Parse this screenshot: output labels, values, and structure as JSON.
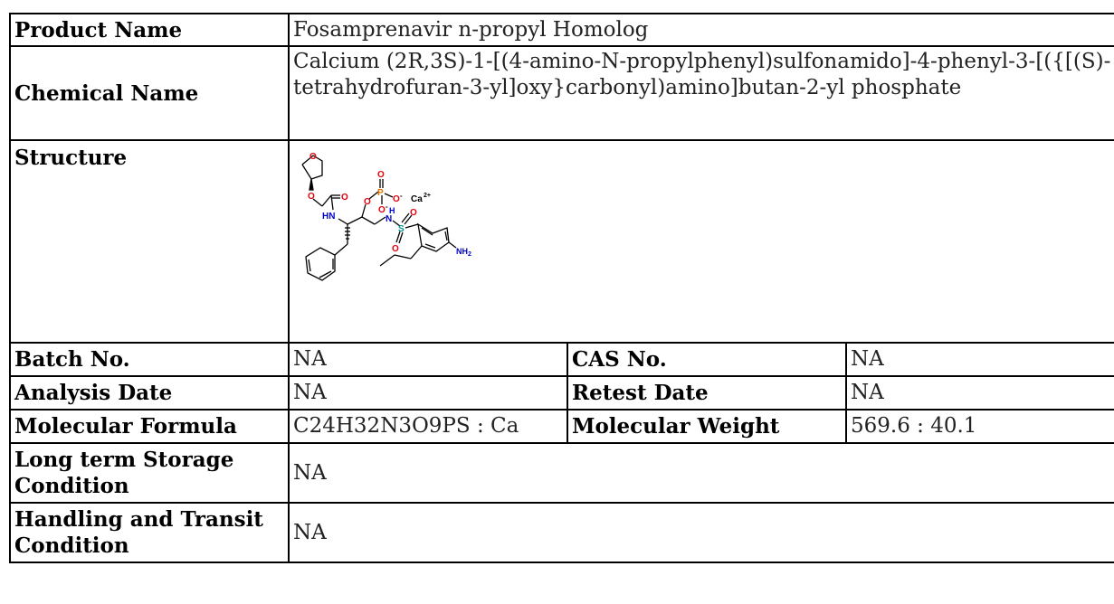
{
  "labels": {
    "product_name": "Product Name",
    "chemical_name": "Chemical Name",
    "structure": "Structure",
    "batch_no": "Batch No.",
    "cas_no": "CAS No.",
    "analysis_date": "Analysis Date",
    "retest_date": "Retest Date",
    "molecular_formula": "Molecular Formula",
    "molecular_weight": "Molecular Weight",
    "long_term_storage": "Long term Storage Condition",
    "handling_transit": "Handling and Transit Condition"
  },
  "values": {
    "product_name": "Fosamprenavir n-propyl Homolog",
    "chemical_name": "Calcium (2R,3S)-1-[(4-amino-N-propylphenyl)sulfonamido]-4-phenyl-3-[({[(S)-tetrahydrofuran-3-yl]oxy}carbonyl)amino]butan-2-yl phosphate",
    "batch_no": "NA",
    "cas_no": "NA",
    "analysis_date": "NA",
    "retest_date": "NA",
    "molecular_formula": "C24H32N3O9PS : Ca",
    "molecular_weight": "569.6 : 40.1",
    "long_term_storage": "NA",
    "handling_transit": "NA"
  },
  "structure_atoms": {
    "o_ring": "O",
    "o_ester": "O",
    "o_carbonyl": "O",
    "hn": "HN",
    "o_phos": "O",
    "p": "P",
    "o_top": "O",
    "o_right": "O",
    "o_minus_right": "-",
    "o_bottom": "O",
    "o_minus_bottom": "-",
    "ca": "Ca",
    "ca_charge": "2+",
    "h_sulfonamide": "H",
    "n_sulfonamide": "N",
    "s": "S",
    "o_s_up": "O",
    "o_s_down": "O",
    "nh2": "NH",
    "nh2_sub": "2"
  },
  "colors": {
    "oxygen": "#e8000b",
    "nitrogen": "#0000cc",
    "sulfur": "#009090",
    "bond": "#000000"
  }
}
